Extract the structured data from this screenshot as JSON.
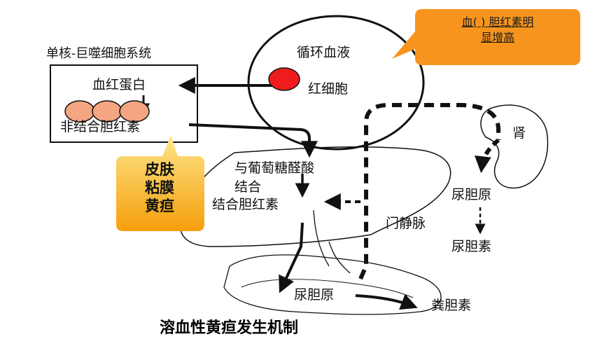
{
  "title": "溶血性黄疸发生机制",
  "callout_top": {
    "line1": "血(         )   胆红素明",
    "line2": "显增高"
  },
  "callout_left": {
    "line1": "皮肤",
    "line2": "粘膜",
    "line3": "黄疸"
  },
  "labels": {
    "mono_system": "单核-巨噬细胞系统",
    "hemoglobin": "血红蛋白",
    "unconjugated": "非结合胆红素",
    "circulation": "循环血液",
    "rbc": "红细胞",
    "kidney": "肾",
    "glucuronic": "与葡萄糖醛酸",
    "combine": "结合",
    "conjugated": "结合胆红素",
    "portal_vein": "门静脉",
    "urobilinogen_kidney": "尿胆原",
    "urobilin": "尿胆素",
    "urobilinogen_gut": "尿胆原",
    "stercobilin": "粪胆素"
  },
  "colors": {
    "callout_fill": "#f7941d",
    "callout_left_top": "#fde68a",
    "callout_left_bottom": "#f59e0b",
    "rbc_red": "#ee1c1c",
    "cell_peach": "#f4a582",
    "stroke": "#111111"
  }
}
